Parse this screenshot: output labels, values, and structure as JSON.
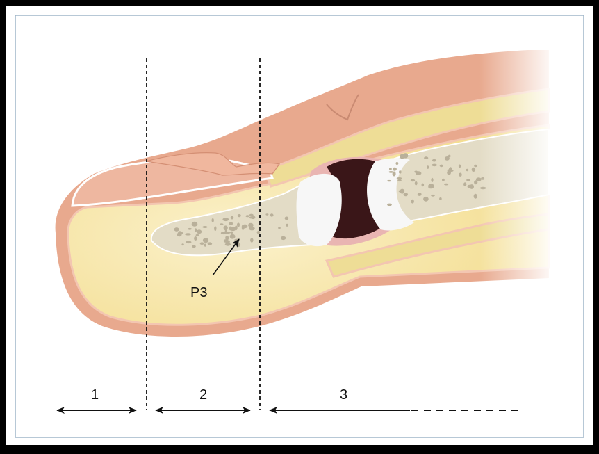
{
  "labels": {
    "bone": "P3",
    "zone_1": "1",
    "zone_2": "2",
    "zone_3": "3"
  },
  "colors": {
    "frame": "#000000",
    "inner_border": "#9fb5c8",
    "background": "#ffffff",
    "skin": "#e8a98e",
    "skin_light": "#f3c6b1",
    "pulp": "#f6e7a8",
    "pulp_light": "#fbf1cb",
    "tendon": "#eedd96",
    "bone": "#e3dcc6",
    "bone_pore": "#b9b09a",
    "cartilage": "#f7f7f7",
    "joint_space": "#3a1618",
    "joint_lining": "#e9b5b2",
    "line": "#111111"
  },
  "icons": {
    "arrow_head": "arrow-head-icon"
  }
}
